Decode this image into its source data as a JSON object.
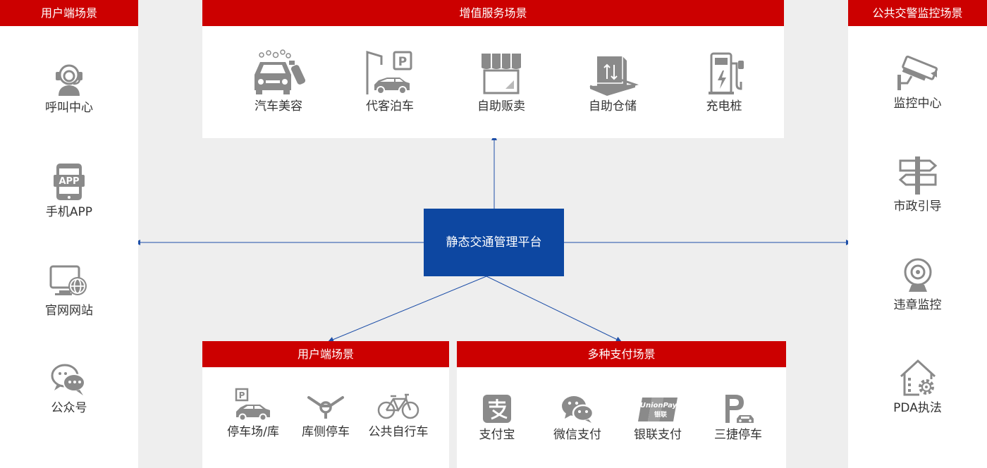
{
  "colors": {
    "header_red": "#cc0000",
    "platform_blue": "#0d47a1",
    "icon_gray": "#8a8a8a",
    "line_blue": "#1e4fa8"
  },
  "platform": {
    "label": "静态交通管理平台"
  },
  "left_panel": {
    "title": "用户端场景",
    "items": [
      {
        "label": "呼叫中心",
        "icon": "headset-icon"
      },
      {
        "label": "手机APP",
        "icon": "mobile-app-icon"
      },
      {
        "label": "官网网站",
        "icon": "website-globe-icon"
      },
      {
        "label": "公众号",
        "icon": "wechat-chat-icon"
      }
    ]
  },
  "right_panel": {
    "title": "公共交警监控场景",
    "items": [
      {
        "label": "监控中心",
        "icon": "cctv-camera-icon"
      },
      {
        "label": "市政引导",
        "icon": "signpost-icon"
      },
      {
        "label": "违章监控",
        "icon": "webcam-icon"
      },
      {
        "label": "PDA执法",
        "icon": "house-gear-icon"
      }
    ]
  },
  "top_panel": {
    "title": "增值服务场景",
    "items": [
      {
        "label": "汽车美容",
        "icon": "car-wash-icon"
      },
      {
        "label": "代客泊车",
        "icon": "valet-parking-icon"
      },
      {
        "label": "自助贩卖",
        "icon": "vending-shop-icon"
      },
      {
        "label": "自助仓储",
        "icon": "storage-box-icon"
      },
      {
        "label": "充电桩",
        "icon": "charging-pile-icon"
      }
    ]
  },
  "bottom_left_panel": {
    "title": "用户端场景",
    "items": [
      {
        "label": "停车场/库",
        "icon": "parking-car-icon"
      },
      {
        "label": "库侧停车",
        "icon": "steering-wheel-icon"
      },
      {
        "label": "公共自行车",
        "icon": "bicycle-icon"
      }
    ]
  },
  "bottom_right_panel": {
    "title": "多种支付场景",
    "items": [
      {
        "label": "支付宝",
        "icon": "alipay-icon"
      },
      {
        "label": "微信支付",
        "icon": "wechat-pay-icon"
      },
      {
        "label": "银联支付",
        "icon": "unionpay-icon"
      },
      {
        "label": "三捷停车",
        "icon": "sanjie-parking-icon"
      }
    ]
  }
}
